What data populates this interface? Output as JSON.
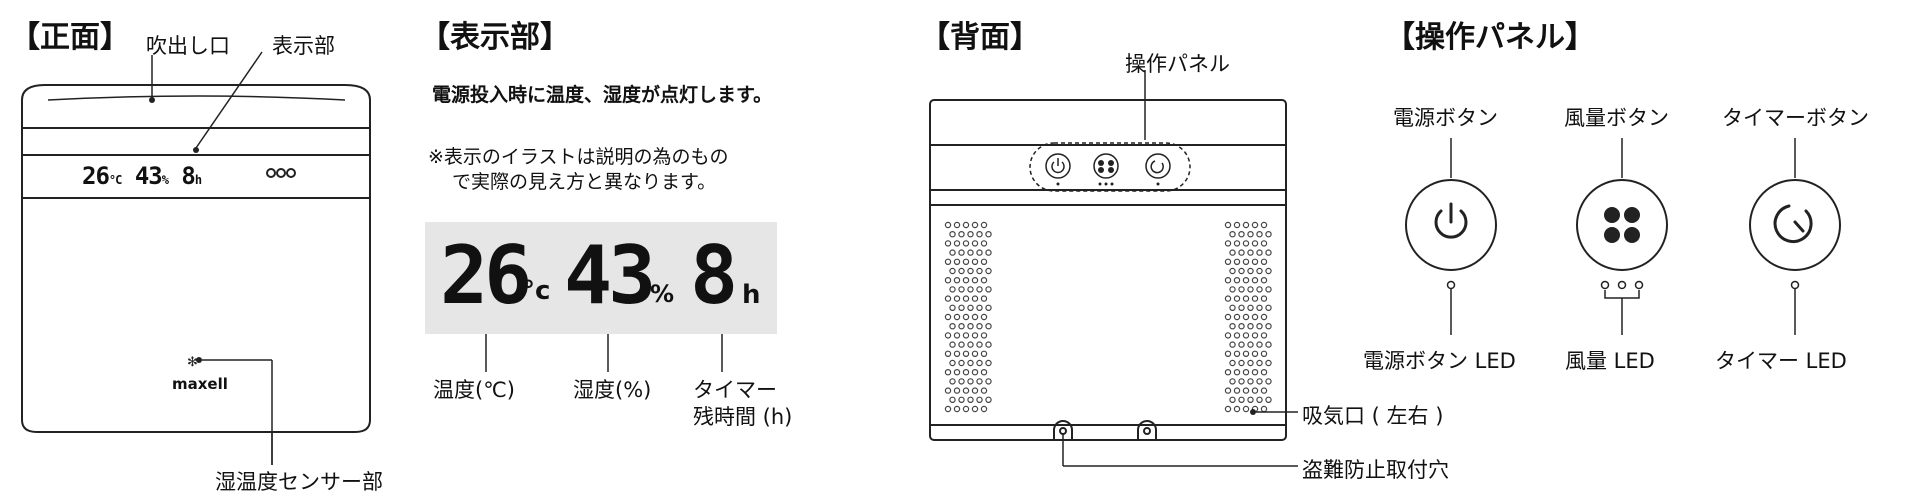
{
  "front": {
    "title": "【正面】",
    "outlet_label": "吹出し口",
    "display_label": "表示部",
    "sensor_label": "湿温度センサー部",
    "brand": "maxell",
    "mini_temp": "26",
    "mini_temp_unit": "°C",
    "mini_hum": "43",
    "mini_hum_unit": "%",
    "mini_timer": "8",
    "mini_timer_unit": "h"
  },
  "display": {
    "title": "【表示部】",
    "note1": "電源投入時に温度、湿度が点灯します。",
    "note2": "※表示のイラストは説明の為のもの",
    "note3": "で実際の見え方と異なります。",
    "temp_value": "26",
    "temp_unit": "°c",
    "hum_value": "43",
    "hum_unit": "%",
    "timer_value": "8",
    "timer_unit": "h",
    "temp_label": "温度(℃)",
    "hum_label": "湿度(%)",
    "timer_label_1": "タイマー",
    "timer_label_2": "残時間 (h)"
  },
  "back": {
    "title": "【背面】",
    "panel_label": "操作パネル",
    "intake_label": "吸気口 ( 左右 )",
    "antitheft_label": "盗難防止取付穴"
  },
  "panel": {
    "title": "【操作パネル】",
    "power_button": "電源ボタン",
    "fan_button": "風量ボタン",
    "timer_button": "タイマーボタン",
    "power_led": "電源ボタン LED",
    "fan_led": "風量 LED",
    "timer_led": "タイマー LED"
  },
  "colors": {
    "line": "#222222",
    "display_bg": "#e6e6e6",
    "digit_ghost": "#d0d0d0"
  }
}
